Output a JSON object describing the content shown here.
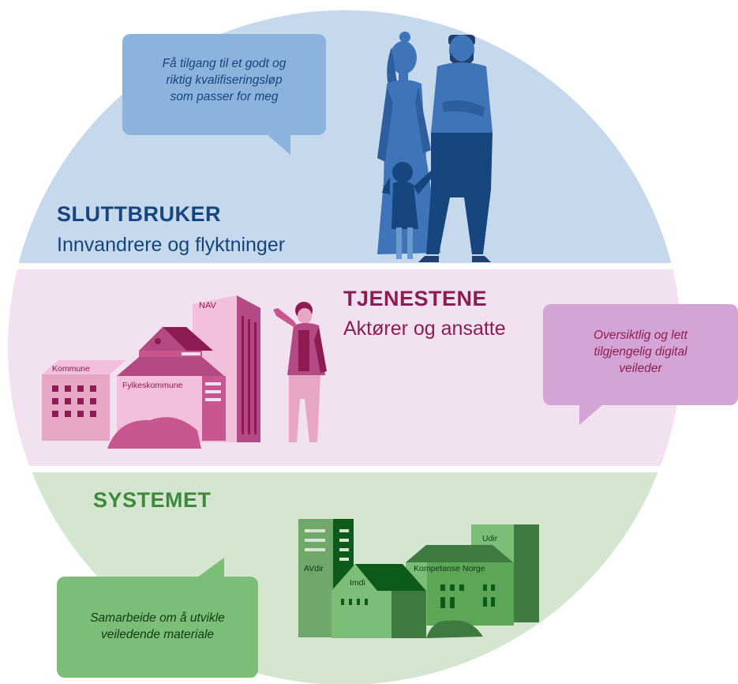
{
  "colors": {
    "top_band": "#c5d8ec",
    "middle_band": "#f2e1f0",
    "bottom_band": "#d4e6d0",
    "sluttbruker_title": "#17457d",
    "tjenestene_title": "#8c1c52",
    "systemet_title": "#3d8a3a",
    "bubble_blue": "#8bb3db",
    "bubble_purple": "#d4a5d4",
    "bubble_green": "#7cbe78"
  },
  "sections": {
    "sluttbruker": {
      "title": "SLUTTBRUKER",
      "subtitle": "Innvandrere og flyktninger"
    },
    "tjenestene": {
      "title": "TJENESTENE",
      "subtitle": "Aktører og ansatte"
    },
    "systemet": {
      "title": "SYSTEMET"
    }
  },
  "bubbles": {
    "blue": [
      "Få tilgang til et godt og",
      "riktig kvalifiseringsløp",
      "som passer for meg"
    ],
    "purple": [
      "Oversiktlig og lett",
      "tilgjengelig digital",
      "veileder"
    ],
    "green": [
      "Samarbeide om å utvikle",
      "veiledende materiale"
    ]
  },
  "building_labels": {
    "nav": "NAV",
    "kommune": "Kommune",
    "fylkeskommune": "Fylkeskommune",
    "avdir": "AVdir",
    "imdi": "Imdi",
    "kompetanse_norge": "Kompetanse Norge",
    "udir": "Udir"
  },
  "icons": {
    "family": "family-illustration",
    "worker": "worker-illustration",
    "municipal_buildings": "municipal-buildings-illustration",
    "agency_buildings": "agency-buildings-illustration"
  }
}
